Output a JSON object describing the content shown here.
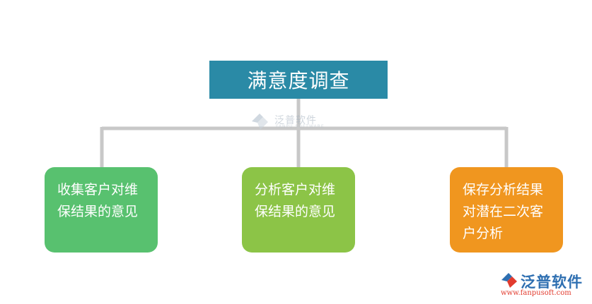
{
  "diagram": {
    "root": {
      "label": "满意度调查"
    },
    "children": [
      {
        "label": "收集客户对维保结果的意见"
      },
      {
        "label": "分析客户对维保结果的意见"
      },
      {
        "label": "保存分析结果对潜在二次客户分析"
      }
    ]
  },
  "watermark": {
    "brand": "泛普软件",
    "sub": "FANPU SOFTWARE"
  },
  "logo": {
    "brand": "泛普软件",
    "url": "www.fanpusoft.com"
  },
  "colors": {
    "root": "#2a8aa6",
    "child_1": "#58c16f",
    "child_2": "#8cc447",
    "child_3": "#f0961f",
    "connector": "#c8c8c8"
  }
}
